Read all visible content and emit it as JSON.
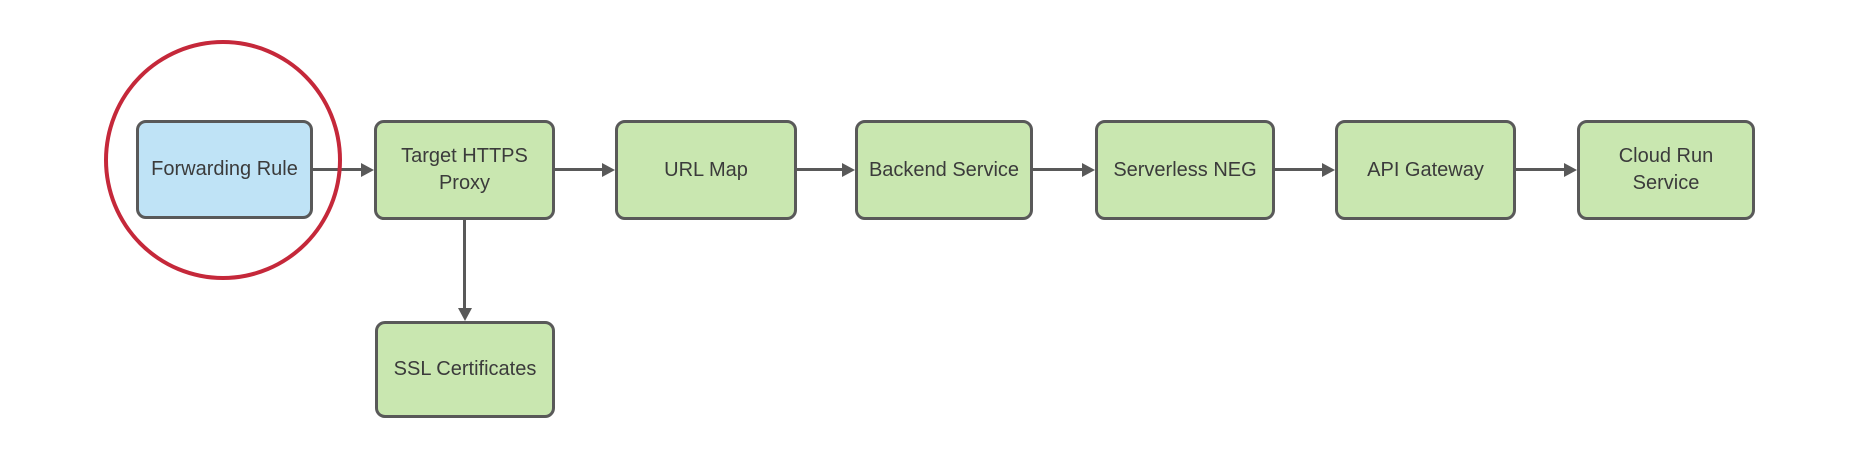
{
  "diagram": {
    "type": "flowchart",
    "background": "#ffffff",
    "colors": {
      "node_fill_green": "#c9e7b0",
      "node_fill_blue": "#bfe3f6",
      "node_border": "#595959",
      "connector": "#595959",
      "highlight_red": "#c5283a",
      "text": "#3b3b3b",
      "canvas_bg": "#ffffff"
    },
    "nodes": [
      {
        "id": "forwarding-rule",
        "label": "Forwarding Rule",
        "variant": "blue",
        "highlighted": true
      },
      {
        "id": "target-https-proxy",
        "label": "Target HTTPS Proxy",
        "variant": "green",
        "highlighted": false
      },
      {
        "id": "url-map",
        "label": "URL Map",
        "variant": "green",
        "highlighted": false
      },
      {
        "id": "backend-service",
        "label": "Backend Service",
        "variant": "green",
        "highlighted": false
      },
      {
        "id": "serverless-neg",
        "label": "Serverless NEG",
        "variant": "green",
        "highlighted": false
      },
      {
        "id": "api-gateway",
        "label": "API Gateway",
        "variant": "green",
        "highlighted": false
      },
      {
        "id": "cloud-run-service",
        "label": "Cloud Run Service",
        "variant": "green",
        "highlighted": false
      },
      {
        "id": "ssl-certificates",
        "label": "SSL Certificates",
        "variant": "green",
        "highlighted": false
      }
    ],
    "edges": [
      {
        "from": "forwarding-rule",
        "to": "target-https-proxy",
        "direction": "right"
      },
      {
        "from": "target-https-proxy",
        "to": "url-map",
        "direction": "right"
      },
      {
        "from": "url-map",
        "to": "backend-service",
        "direction": "right"
      },
      {
        "from": "backend-service",
        "to": "serverless-neg",
        "direction": "right"
      },
      {
        "from": "serverless-neg",
        "to": "api-gateway",
        "direction": "right"
      },
      {
        "from": "api-gateway",
        "to": "cloud-run-service",
        "direction": "right"
      },
      {
        "from": "target-https-proxy",
        "to": "ssl-certificates",
        "direction": "down"
      }
    ],
    "annotation": {
      "shape": "ellipse",
      "around": "forwarding-rule",
      "color": "#c5283a"
    }
  }
}
